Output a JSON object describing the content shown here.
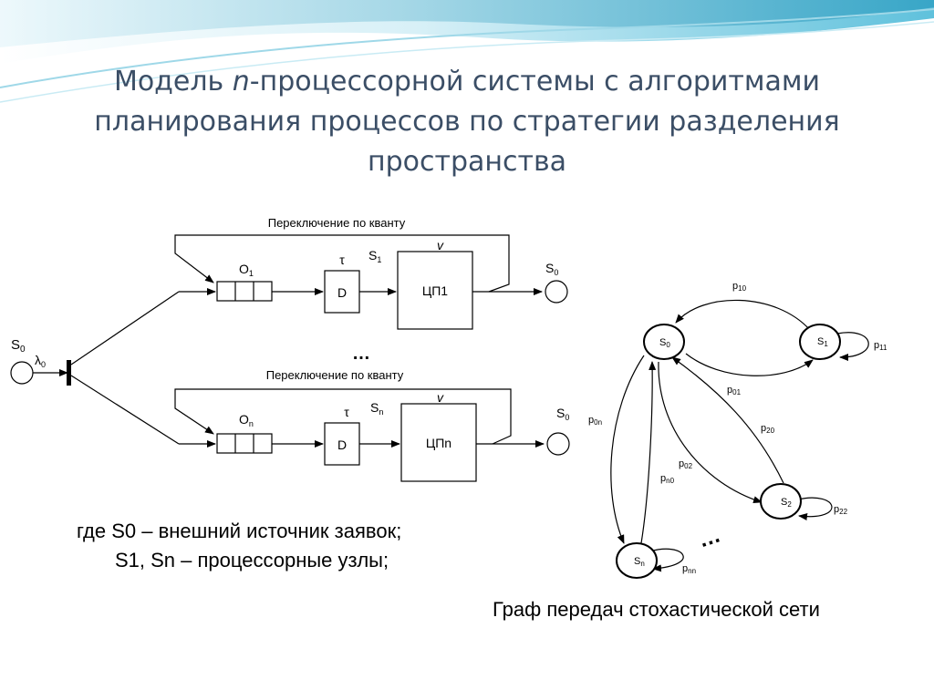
{
  "title": {
    "line1_prefix": "Модель ",
    "line1_italic": "n",
    "line1_suffix": "-процессорной системы с алгоритмами",
    "line2": "планирования процессов по стратегии разделения",
    "line3": "пространства"
  },
  "queue_model": {
    "source": "S",
    "source_sub": "0",
    "lambda": "λ",
    "lambda_sub": "0",
    "dots": "…",
    "branches": [
      {
        "feedback_label": "Переключение по кванту",
        "queue": "O",
        "queue_sub": "1",
        "tau": "τ",
        "delay": "D",
        "node": "S",
        "node_sub": "1",
        "v": "v",
        "cpu": "ЦП1",
        "sink": "S",
        "sink_sub": "0"
      },
      {
        "feedback_label": "Переключение по кванту",
        "queue": "O",
        "queue_sub": "n",
        "tau": "τ",
        "delay": "D",
        "node": "S",
        "node_sub": "n",
        "v": "v",
        "cpu": "ЦПn",
        "sink": "S",
        "sink_sub": "0"
      }
    ]
  },
  "legend": {
    "line1": "где S0 – внешний источник заявок;",
    "line2": "S1, Sn – процессорные узлы;"
  },
  "graph": {
    "caption": "Граф передач стохастической сети",
    "dots": "…",
    "nodes": [
      {
        "id": "s0",
        "label": "S",
        "sub": "0"
      },
      {
        "id": "s1",
        "label": "S",
        "sub": "1"
      },
      {
        "id": "s2",
        "label": "S",
        "sub": "2"
      },
      {
        "id": "sn",
        "label": "S",
        "sub": "n"
      }
    ],
    "edges": [
      {
        "id": "p10",
        "label": "p",
        "sub": "10"
      },
      {
        "id": "p11",
        "label": "p",
        "sub": "11"
      },
      {
        "id": "p01",
        "label": "p",
        "sub": "01"
      },
      {
        "id": "p20",
        "label": "p",
        "sub": "20"
      },
      {
        "id": "p02",
        "label": "p",
        "sub": "02"
      },
      {
        "id": "p22",
        "label": "p",
        "sub": "22"
      },
      {
        "id": "p0n",
        "label": "p",
        "sub": "0n"
      },
      {
        "id": "pn0",
        "label": "p",
        "sub": "n0"
      },
      {
        "id": "pnn",
        "label": "p",
        "sub": "nn"
      }
    ]
  },
  "colors": {
    "title": "#3b4e66",
    "wave_dark": "#3aa9c9",
    "wave_light": "#bfe6f1"
  }
}
